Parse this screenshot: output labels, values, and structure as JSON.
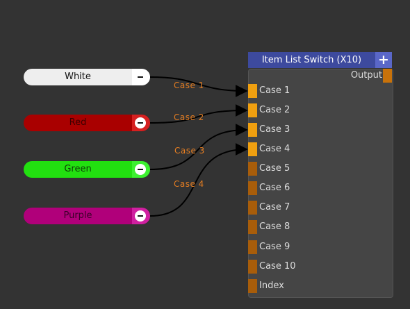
{
  "inputs": [
    {
      "label": "White",
      "color": "#eeeeee",
      "btn_color": "#ffffff",
      "text_color": "#111111"
    },
    {
      "label": "Red",
      "color": "#a90000",
      "btn_color": "#d62020",
      "text_color": "#3a0000"
    },
    {
      "label": "Green",
      "color": "#22e010",
      "btn_color": "#3cf030",
      "text_color": "#0c3a06"
    },
    {
      "label": "Purple",
      "color": "#b0007a",
      "btn_color": "#d020a0",
      "text_color": "#3a0028"
    }
  ],
  "connections": [
    "Case 1",
    "Case 2",
    "Case 3",
    "Case 4"
  ],
  "node": {
    "title": "Item List Switch (X10)",
    "add_icon": "plus-icon",
    "output_label": "Output",
    "rows": [
      "Case 1",
      "Case 2",
      "Case 3",
      "Case 4",
      "Case 5",
      "Case 6",
      "Case 7",
      "Case 8",
      "Case 9",
      "Case 10",
      "Index"
    ]
  },
  "colors": {
    "background": "#333333",
    "wire_label": "#e67e22",
    "port_active": "#f0a010",
    "port_inactive": "#a85d0a",
    "header": "#3d4a9e"
  }
}
